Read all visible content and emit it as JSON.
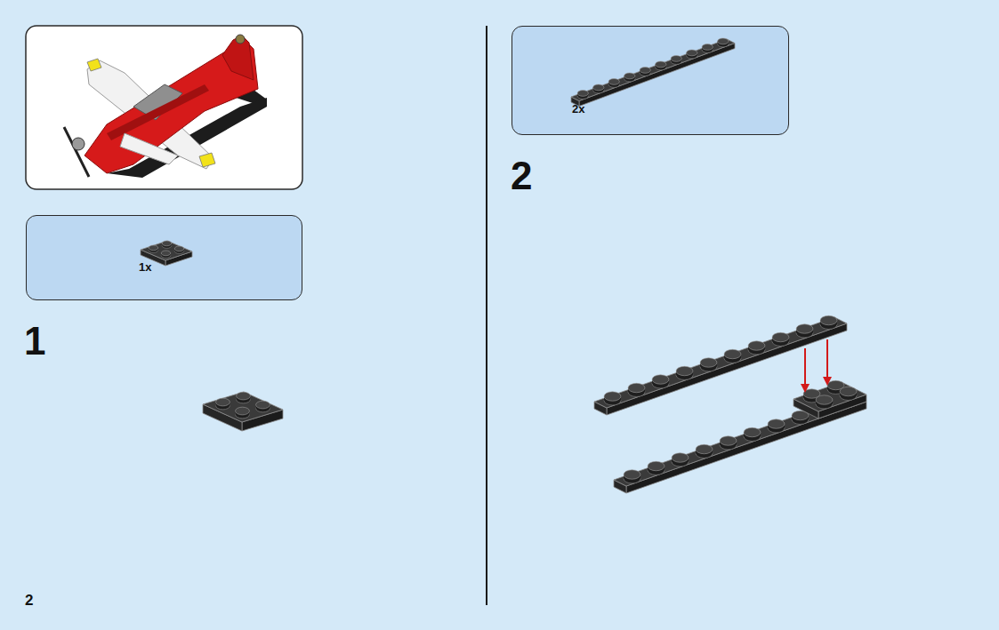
{
  "diagram": {
    "nodes": [
      {
        "text": [
          "1x"
        ]
      },
      {
        "text": [
          "2x"
        ]
      }
    ],
    "labels": [
      "1",
      "2",
      "2"
    ]
  }
}
